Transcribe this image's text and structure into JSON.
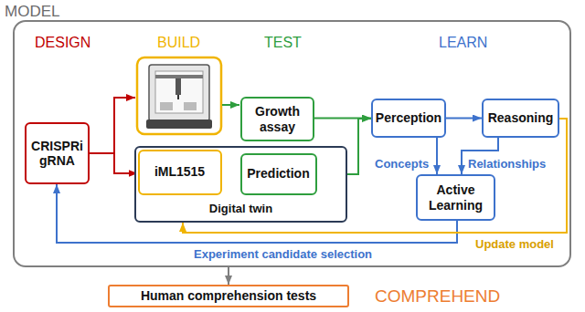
{
  "diagram": {
    "nodes": [
      {
        "text": [
          "MODEL"
        ]
      },
      {
        "text": [
          "CRISPRi gRNA"
        ],
        "in": 0
      },
      {
        "text": [
          "Growth assay"
        ],
        "in": 0
      },
      {
        "text": [
          "Digital twin"
        ],
        "in": 0
      },
      {
        "text": [
          "iML1515"
        ],
        "in": 3
      },
      {
        "text": [
          "Prediction"
        ],
        "in": 3
      },
      {
        "text": [
          "Perception"
        ],
        "in": 0
      },
      {
        "text": [
          "Reasoning"
        ],
        "in": 0
      },
      {
        "text": [
          "Active Learning"
        ],
        "in": 0
      },
      {
        "text": [
          "Human comprehension tests"
        ]
      }
    ],
    "edges": [
      {
        "from": 1,
        "to": 4,
        "arrow": "to"
      },
      {
        "from": 4,
        "to": 5,
        "arrow": "to"
      },
      {
        "from": 2,
        "to": 6,
        "arrow": "to"
      },
      {
        "from": 5,
        "to": 6,
        "arrow": "to"
      },
      {
        "from": 6,
        "to": 7,
        "arrow": "to"
      },
      {
        "from": 6,
        "to": 8,
        "arrow": "to"
      },
      {
        "from": 7,
        "to": 8,
        "arrow": "to"
      },
      {
        "from": 8,
        "to": 1,
        "arrow": "to",
        "label": "Experiment candidate selection"
      },
      {
        "from": 7,
        "to": 3,
        "arrow": "to",
        "label": "Update model"
      },
      {
        "from": 0,
        "to": 9,
        "arrow": "to"
      }
    ],
    "labels": [
      "DESIGN",
      "BUILD",
      "TEST",
      "LEARN",
      "Concepts",
      "Relationships",
      "COMPREHEND"
    ]
  }
}
